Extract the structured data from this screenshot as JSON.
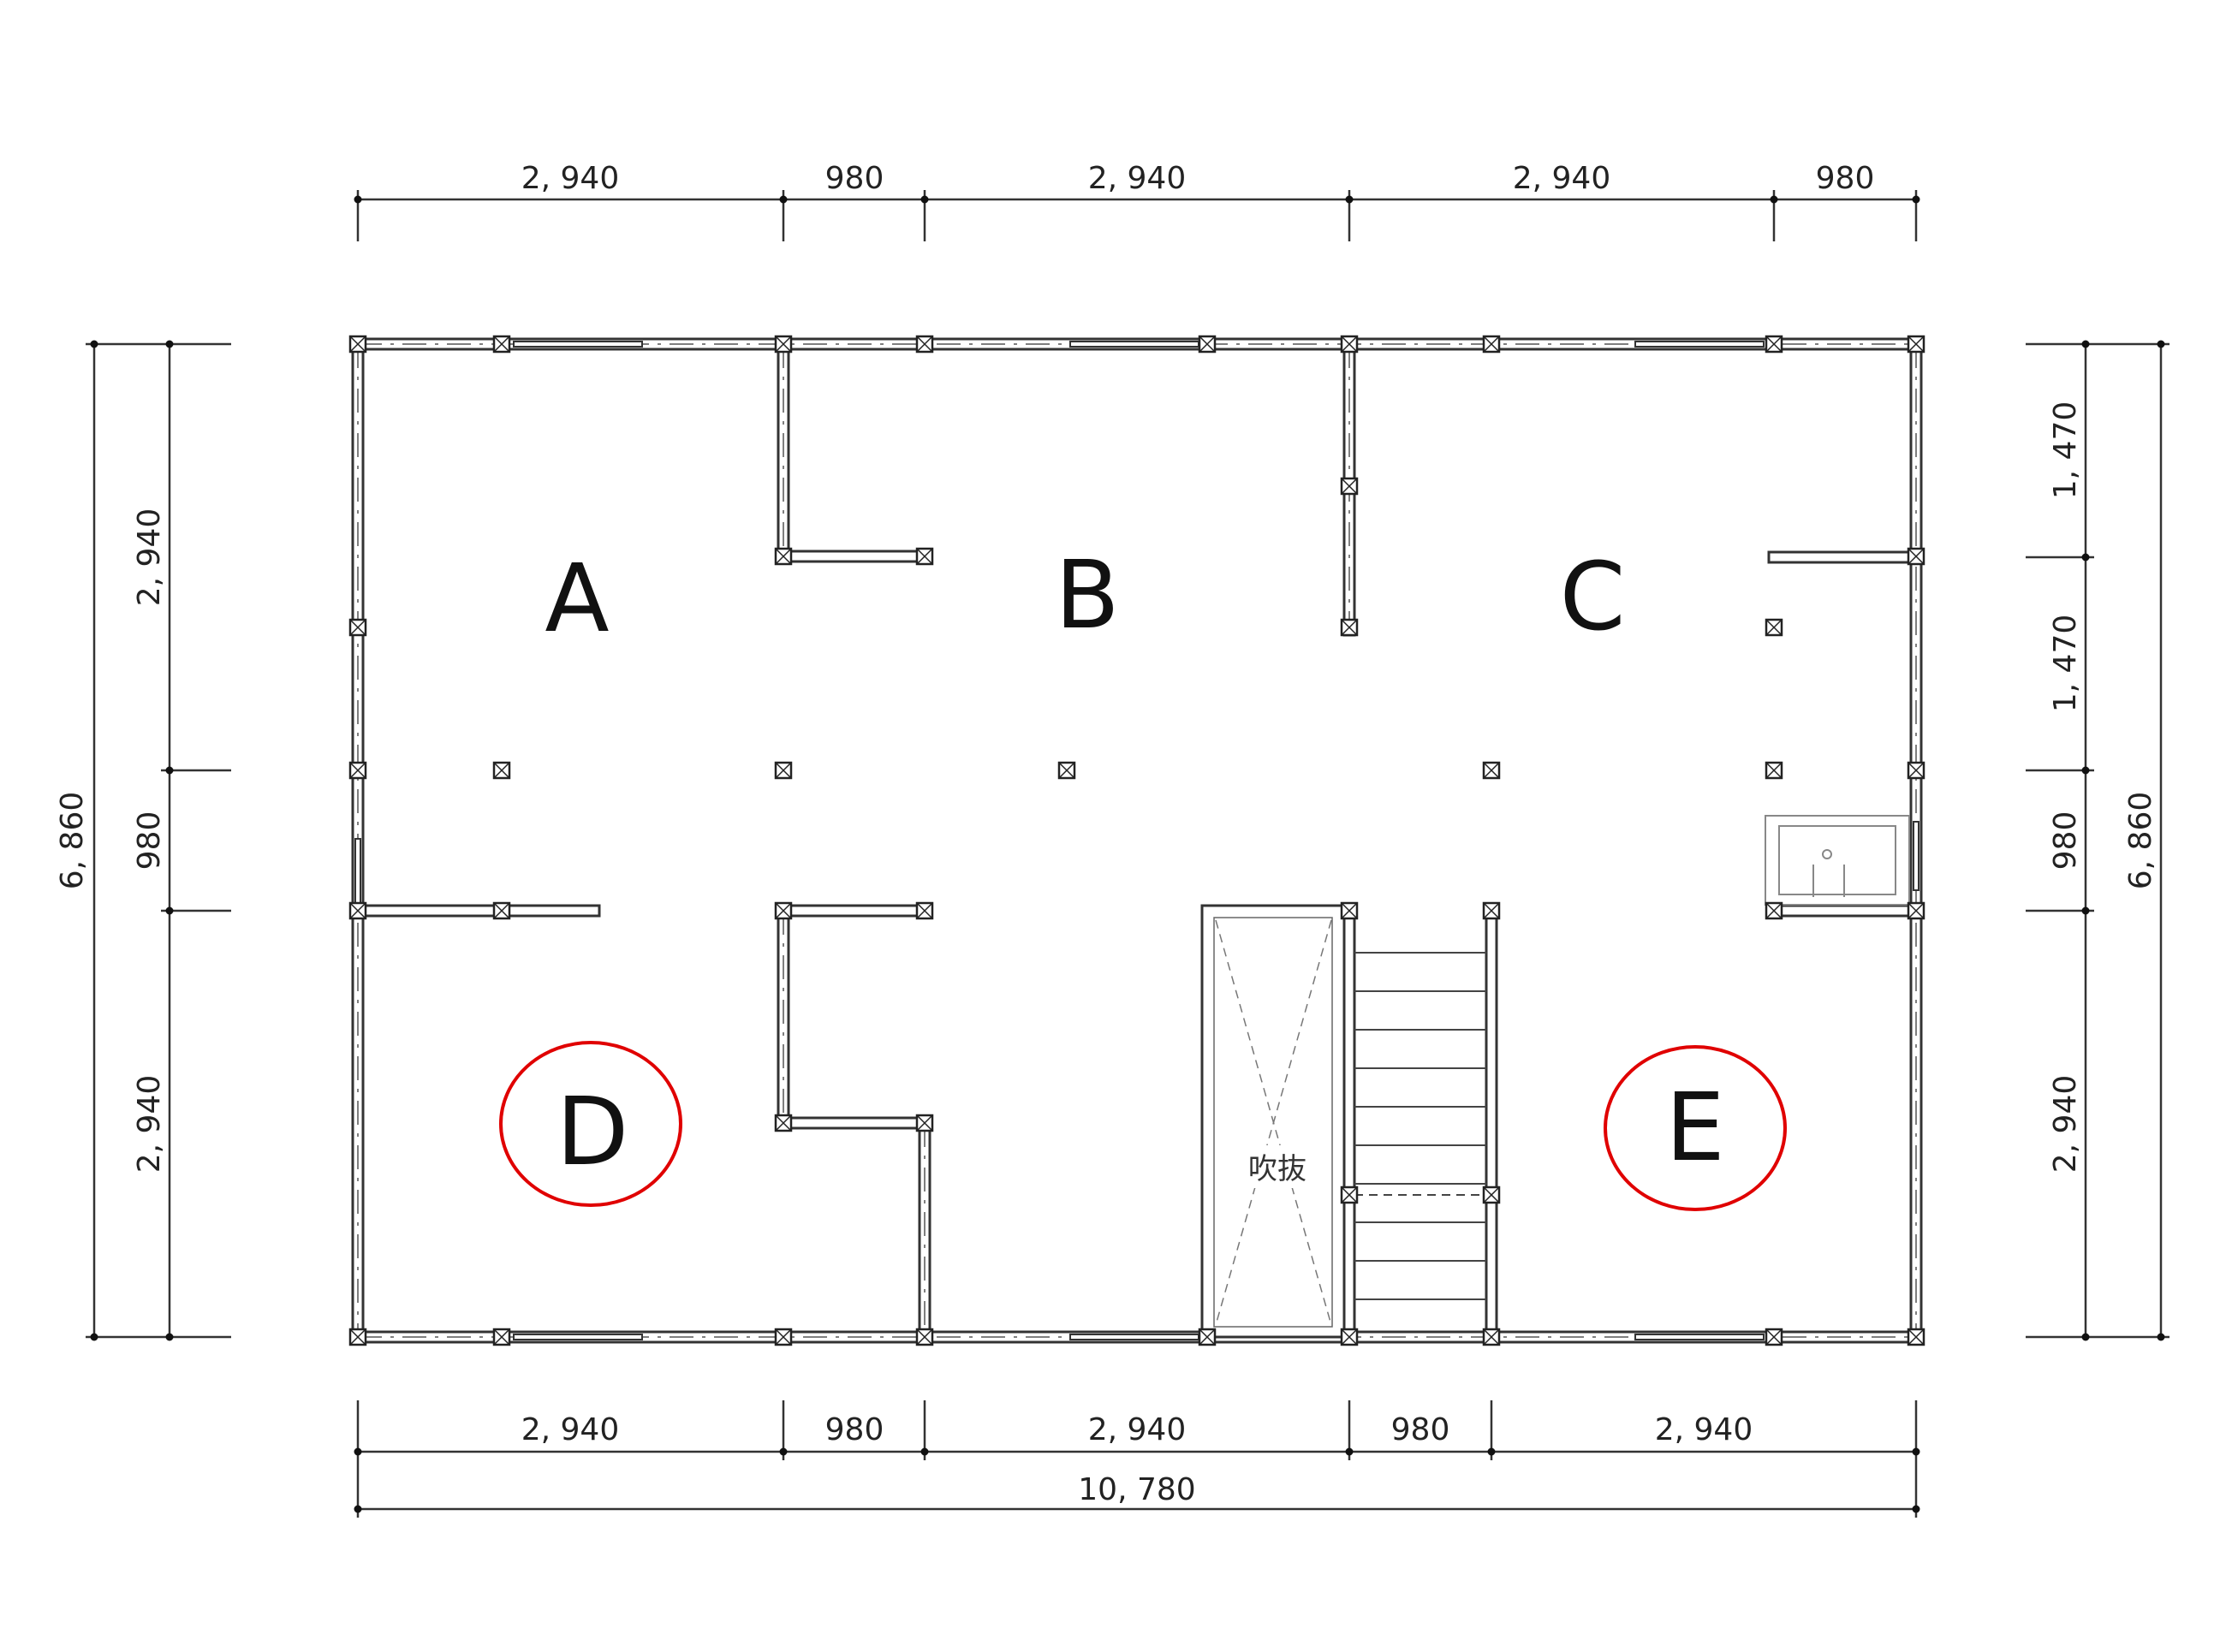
{
  "rooms": {
    "a": "A",
    "b": "B",
    "c": "C",
    "d": "D",
    "e": "E"
  },
  "void_label": "吹抜",
  "dims": {
    "top": [
      "2, 940",
      "980",
      "2, 940",
      "2, 940",
      "980"
    ],
    "bottom": [
      "2, 940",
      "980",
      "2, 940",
      "980",
      "2, 940"
    ],
    "bottom_total": "10, 780",
    "left": [
      "2, 940",
      "980",
      "2, 940"
    ],
    "left_total": "6, 860",
    "right": [
      "1, 470",
      "1, 470",
      "980",
      "2, 940"
    ],
    "right_total": "6, 860"
  },
  "colors": {
    "highlight": "#e00000",
    "line": "#333333"
  }
}
